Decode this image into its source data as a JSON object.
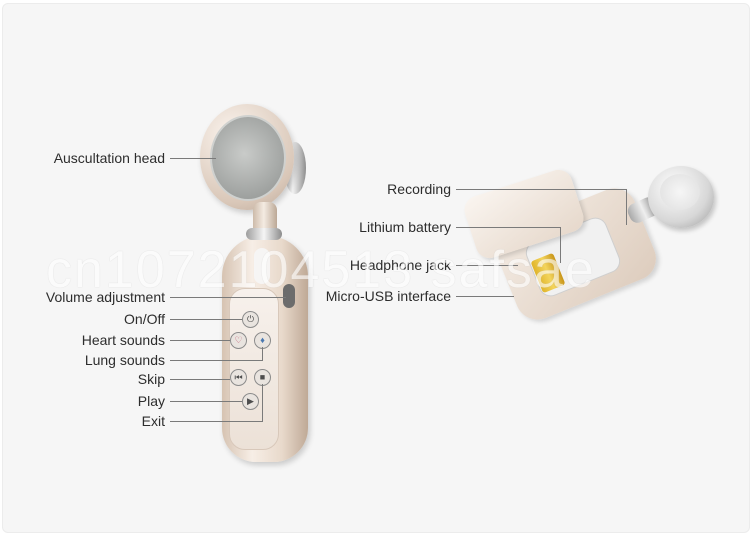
{
  "left_labels": {
    "auscultation_head": "Auscultation head",
    "volume_adjustment": "Volume adjustment",
    "on_off": "On/Off",
    "heart_sounds": "Heart sounds",
    "lung_sounds": "Lung sounds",
    "skip": "Skip",
    "play": "Play",
    "exit": "Exit"
  },
  "right_labels": {
    "recording": "Recording",
    "lithium_battery": "Lithium battery",
    "headphone_jack": "Headphone jack",
    "micro_usb": "Micro-USB interface"
  },
  "watermark": "cn1072104513 safsae",
  "icons": {
    "power": "⏻",
    "heart": "♡",
    "lung": "♦",
    "skip": "⏮",
    "stop": "■",
    "play": "▶"
  },
  "colors": {
    "device_body": "#e9dbcd",
    "label_text": "#2d2d2d",
    "leader_line": "#7a7a7a"
  }
}
